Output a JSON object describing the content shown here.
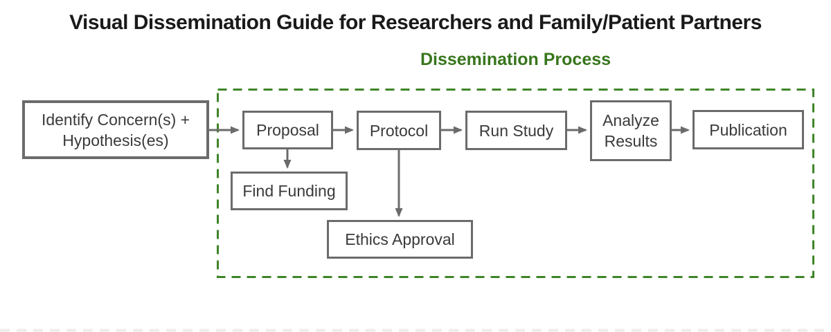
{
  "page": {
    "title": "Visual Dissemination Guide for Researchers and Family/Patient Partners",
    "section_label": "Dissemination Process"
  },
  "colors": {
    "green_text": "#38761d",
    "green_dash": "#3e8427",
    "gray_border": "#6b6b6b",
    "gray_arrow": "#6b6b6b",
    "node_text": "#3a3a3a",
    "title_text": "#1a1a1a"
  },
  "diagram": {
    "boundary_label": "Dissemination Process",
    "nodes": [
      {
        "id": "identify",
        "label": "Identify Concern(s) + Hypothesis(es)",
        "inside_boundary": false
      },
      {
        "id": "proposal",
        "label": "Proposal",
        "inside_boundary": true
      },
      {
        "id": "protocol",
        "label": "Protocol",
        "inside_boundary": true
      },
      {
        "id": "run-study",
        "label": "Run Study",
        "inside_boundary": true
      },
      {
        "id": "analyze-results",
        "label": "Analyze Results",
        "inside_boundary": true
      },
      {
        "id": "publication",
        "label": "Publication",
        "inside_boundary": true
      },
      {
        "id": "find-funding",
        "label": "Find Funding",
        "inside_boundary": true
      },
      {
        "id": "ethics-approval",
        "label": "Ethics Approval",
        "inside_boundary": true
      }
    ],
    "edges": [
      {
        "from": "identify",
        "to": "proposal"
      },
      {
        "from": "proposal",
        "to": "protocol"
      },
      {
        "from": "protocol",
        "to": "run-study"
      },
      {
        "from": "run-study",
        "to": "analyze-results"
      },
      {
        "from": "analyze-results",
        "to": "publication"
      },
      {
        "from": "proposal",
        "to": "find-funding"
      },
      {
        "from": "protocol",
        "to": "ethics-approval"
      }
    ]
  }
}
